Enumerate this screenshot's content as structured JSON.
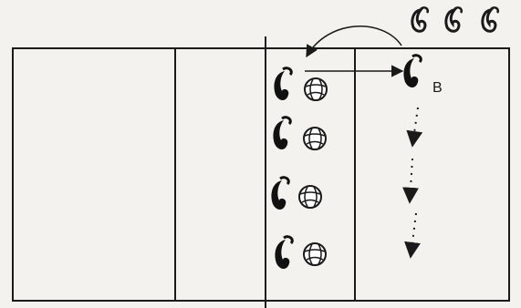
{
  "diagram": {
    "labels": {
      "player_b": "B"
    },
    "colors": {
      "court_line": "#1a1a1a",
      "player_fill": "#111111",
      "waiting_fill": "#1a1a1a",
      "ball_fill": "#ffffff",
      "background": "#f3f2ee"
    },
    "icons": {
      "player": "player-icon",
      "ball": "volleyball-icon",
      "pass_arrow": "solid-arrow",
      "return_arrow": "curved-arrow",
      "move_arrow": "dotted-arrow"
    }
  }
}
